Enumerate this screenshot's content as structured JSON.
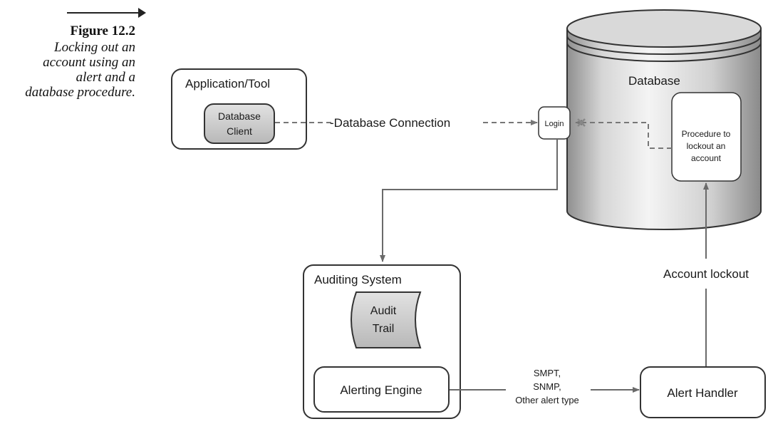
{
  "caption": {
    "title": "Figure 12.2",
    "lines": [
      "Locking out an",
      "account using an",
      "alert and a",
      "database procedure."
    ]
  },
  "diagram": {
    "application": {
      "title": "Application/Tool",
      "client_line1": "Database",
      "client_line2": "Client"
    },
    "connection_label": "-Database Connection",
    "database": {
      "title": "Database",
      "login": "Login",
      "procedure_line1": "Procedure to",
      "procedure_line2": "lockout an",
      "procedure_line3": "account"
    },
    "auditing": {
      "title": "Auditing System",
      "trail_line1": "Audit",
      "trail_line2": "Trail",
      "engine": "Alerting Engine"
    },
    "alert_types": [
      "SMPT,",
      "SNMP,",
      "Other alert type"
    ],
    "alert_handler": "Alert Handler",
    "account_lockout": "Account lockout"
  },
  "colors": {
    "cylinder_light": "#ececec",
    "cylinder_dark": "#a8a8a8",
    "box_fill": "#ffffff",
    "shaded_fill": "#c9c9c9",
    "line": "#6a6a6a",
    "stroke": "#333333"
  }
}
